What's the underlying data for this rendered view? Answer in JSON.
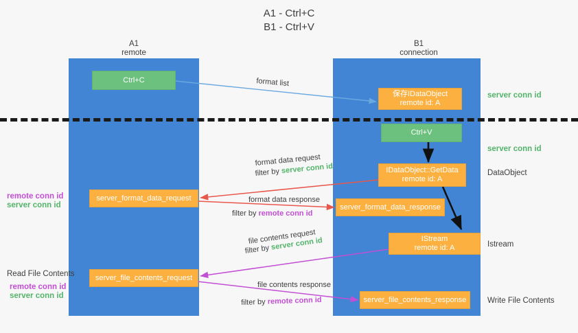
{
  "title": {
    "line1": "A1 - Ctrl+C",
    "line2": "B1 - Ctrl+V"
  },
  "lanes": [
    {
      "name": "A1",
      "sub": "remote"
    },
    {
      "name": "B1",
      "sub": "connection"
    }
  ],
  "nodes": {
    "ctrl_c": {
      "l1": "Ctrl+C",
      "l2": ""
    },
    "save_idataobject": {
      "l1": "保存IDataObject",
      "l2": "remote id: A"
    },
    "ctrl_v": {
      "l1": "Ctrl+V",
      "l2": ""
    },
    "getdata": {
      "l1": "IDataObject::GetData",
      "l2": "remote id: A"
    },
    "server_format_data_request": {
      "l1": "server_format_data_request",
      "l2": ""
    },
    "server_format_data_response": {
      "l1": "server_format_data_response",
      "l2": ""
    },
    "istream": {
      "l1": "IStream",
      "l2": "remote id: A"
    },
    "server_file_contents_request": {
      "l1": "server_file_contents_request",
      "l2": ""
    },
    "server_file_contents_response": {
      "l1": "server_file_contents_response",
      "l2": ""
    }
  },
  "edges": {
    "format_list": "format list",
    "format_data_request": "format data request",
    "format_data_request_filter_pre": "filter by ",
    "format_data_request_filter_key": "server conn id",
    "format_data_response": "format data response",
    "format_data_response_filter_pre": "filter by ",
    "format_data_response_filter_key": "remote conn id",
    "file_contents_request": "file contents request",
    "file_contents_request_filter_pre": "filter by ",
    "file_contents_request_filter_key": "server conn id",
    "file_contents_response": "file contents response",
    "file_contents_response_filter_pre": "filter by ",
    "file_contents_response_filter_key": "remote conn id"
  },
  "annotations": {
    "right_server_conn_id_1": "server conn id",
    "right_server_conn_id_2": "server conn id",
    "right_dataobject": "DataObject",
    "right_istream": "Istream",
    "right_write_file_contents": "Write File Contents",
    "left_remote_conn_id_1": "remote conn id",
    "left_server_conn_id_1": "server conn id",
    "left_read_file_contents": "Read File Contents",
    "left_remote_conn_id_2": "remote conn id",
    "left_server_conn_id_2": "server conn id"
  },
  "colors": {
    "lane": "#4285d4",
    "green_node": "#6cc17f",
    "orange_node": "#fbb040",
    "green_text": "#53b46a",
    "magenta_text": "#c24fd4",
    "blue_arrow": "#6aa9e0",
    "red_arrow": "#e8574c",
    "magenta_arrow": "#c24fd4",
    "black_arrow": "#111111",
    "background": "#f7f7f7"
  }
}
